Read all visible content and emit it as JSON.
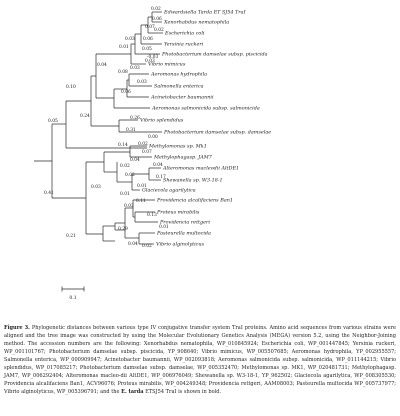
{
  "tree": {
    "taxa": [
      "Edwardsiella Tarda ET SJ54 TraI",
      "Xenorhabdus nematophila",
      "Escherichia coli",
      "Yersinia ruckeri",
      "Photobacterium damselae subsp. piscicida",
      "Vibrio mimicus",
      "Aeromonas hydrophila",
      "Salmonella enterica",
      "Acinetobacter baumannii",
      "Aeromonas salmonicida subsp. salmonicida",
      "Vibrio splendidus",
      "Photobacterium damselae subsp. damselae",
      "Methylomonas sp. Mk1",
      "Methylophagasp. JAM7",
      "Alteromonas macleodii AltDE1",
      "Shewanella sp. W3-18-1",
      "Glaciecola agarilytica",
      "Providencia alcalifaciens Ban1",
      "Proteus mirabilis",
      "Providencia rettgeri",
      "Pasteurella multocida",
      "Vibrio alginolyticus"
    ],
    "branch_lengths": [
      "0.02",
      "0.06",
      "0.07",
      "0.02",
      "0.06",
      "0.03",
      "0.05",
      "0.01",
      "-0.03",
      "0.03",
      "0.04",
      "0.03",
      "0.08",
      "0.03",
      "0.10",
      "0.06",
      "0.24",
      "0.26",
      "0.05",
      "0.31",
      "0.00",
      "0.02",
      "0.07",
      "0.14",
      "0.04",
      "0.02",
      "0.04",
      "0.17",
      "0.02",
      "0.01",
      "0.03",
      "0.01",
      "0.02",
      "0.41",
      "0.11",
      "0.13",
      "0.01",
      "0.29",
      "0.21",
      "0.04",
      "0.02"
    ],
    "scale_label": "0.1"
  },
  "caption": {
    "figure_label": "Figure 3.",
    "body": " Phylogenetic distances between various type IV conjugative transfer system TraI proteins. Amino acid sequences from various strains were aligned and the tree image was constructed by using the Molecular Evolutionary Genetics Analysis (MEGA) version 5.2, using the Neighbor-Joining method. The accession numbers are the following: Xenorhabdus nematophila, WP_010845924; Escherichia coli, WP_001447845; Yersinia ruckeri, WP_001101767; Photobacterium damselae subsp. piscicida, YP_908640; Vibrio mimicus, WP_005507685; Aeromonas hydrophila, YP_002955557; Salmonella enterica, WP_000909947; Acinetobacter baumannii, WP_002093818; Aeromonas salmonicida subsp. salmonicida, WP_011144215; Vibrio splendidus, WP_017085217; Photobacterium damselae subsp. damselae, WP_005352470; Methylomonas sp. MK1, WP_020481731; Methylophagasp. JAM7, WP_006292404; Alteromonas macleo-dii AltDE1, WP_006976049; Shewanella sp. W3-18-1, YP_962502; Glaciecola agarilytica, WP_008305530; Providencia alcalifaciens Ban1, ACV96076; Proteus mirabilis, WP_004249348; Providencia rettgeri, AAM08003; Pasteurella multocida WP_005737977; Vibrio alginolyticus, WP_005396791; and the ",
    "bold_taxon": "E. tarda",
    "ending": " ETSJ54 TraI is shown in bold."
  }
}
